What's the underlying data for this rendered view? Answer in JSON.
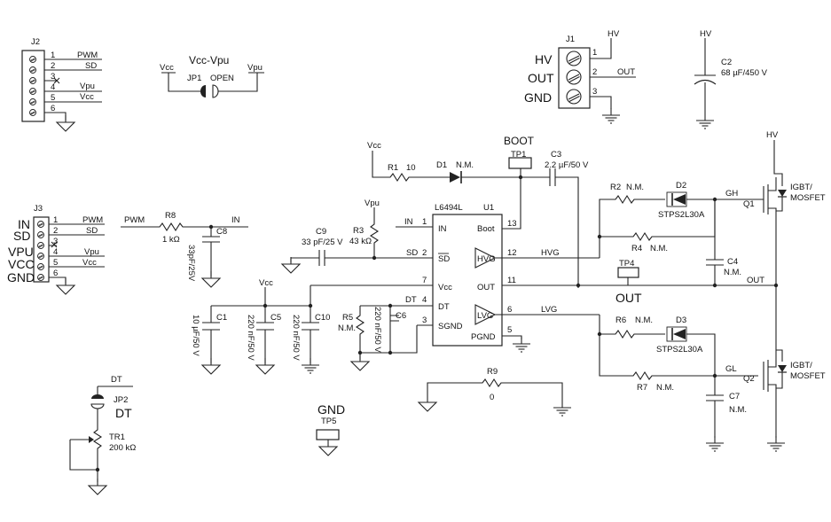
{
  "connectors": {
    "j2": {
      "ref": "J2",
      "pins": [
        "1",
        "2",
        "3",
        "4",
        "5",
        "6"
      ],
      "nets": [
        "PWM",
        "SD",
        "Vpu",
        "Vcc"
      ]
    },
    "j3": {
      "ref": "J3",
      "pins": [
        "1",
        "2",
        "3",
        "4",
        "5",
        "6"
      ],
      "nets": [
        "PWM",
        "SD",
        "Vpu",
        "Vcc"
      ],
      "side_labels": [
        "IN",
        "SD",
        "VPU",
        "VCC",
        "GND"
      ]
    },
    "j1": {
      "ref": "J1",
      "labels": [
        "HV",
        "OUT",
        "GND"
      ],
      "pins": [
        "1",
        "2",
        "3"
      ],
      "nets": [
        "HV",
        "OUT"
      ]
    }
  },
  "jumpers": {
    "jp1": {
      "title": "Vcc-Vpu",
      "ref": "JP1",
      "state": "OPEN",
      "left": "Vcc",
      "right": "Vpu"
    },
    "jp2": {
      "ref": "JP2",
      "net": "DT",
      "label": "DT"
    }
  },
  "tr1": {
    "ref": "TR1",
    "value": "200 kΩ"
  },
  "c2": {
    "net": "HV",
    "ref": "C2",
    "value": "68 µF/450 V"
  },
  "power_nets": {
    "vcc": "Vcc",
    "vpu": "Vpu",
    "hv": "HV"
  },
  "boot": {
    "label": "BOOT",
    "tp1": "TP1"
  },
  "r1": {
    "ref": "R1",
    "value": "10"
  },
  "d1": {
    "ref": "D1",
    "value": "N.M."
  },
  "c3": {
    "ref": "C3",
    "value": "2.2 µF/50 V"
  },
  "r8": {
    "ref": "R8",
    "value": "1 kΩ",
    "left_net": "PWM",
    "right_net": "IN"
  },
  "c8": {
    "ref": "C8",
    "value": "33pF/25V"
  },
  "r3": {
    "ref": "R3",
    "value": "43 kΩ"
  },
  "c9": {
    "ref": "C9",
    "value": "33 pF/25 V"
  },
  "ic": {
    "ref": "U1",
    "part": "L6494L",
    "left_pins": [
      {
        "num": "1",
        "name": "IN",
        "net": "IN"
      },
      {
        "num": "2",
        "name": "SD",
        "net": "SD"
      },
      {
        "num": "7",
        "name": "Vcc"
      },
      {
        "num": "4",
        "name": "DT",
        "net": "DT"
      },
      {
        "num": "3",
        "name": "SGND"
      }
    ],
    "right_pins": [
      {
        "num": "13",
        "name": "Boot"
      },
      {
        "num": "12",
        "net": "HVG"
      },
      {
        "num": "11",
        "name": "OUT"
      },
      {
        "num": "6",
        "net": "LVG"
      },
      {
        "num": "5",
        "name": "PGND"
      }
    ],
    "buffers": [
      "HVG",
      "LVG"
    ]
  },
  "caps_left": [
    {
      "ref": "C1",
      "value": "10 µF/50 V"
    },
    {
      "ref": "C5",
      "value": "220 nF/50 V"
    },
    {
      "ref": "C10",
      "value": "220 nF/50 V"
    }
  ],
  "r5": {
    "ref": "R5",
    "value": "N.M."
  },
  "c6": {
    "ref": "C6",
    "value": "220 nF/50 V"
  },
  "high_side": {
    "r2": {
      "ref": "R2",
      "value": "N.M."
    },
    "d2": {
      "ref": "D2",
      "part": "STPS2L30A"
    },
    "r4": {
      "ref": "R4",
      "value": "N.M."
    },
    "c4": {
      "ref": "C4",
      "value": "N.M."
    },
    "gate_net": "GH",
    "q1": {
      "ref": "Q1",
      "part": [
        "IGBT/",
        "MOSFET"
      ]
    },
    "hv": "HV"
  },
  "tp4": {
    "ref": "TP4",
    "label": "OUT",
    "net": "OUT"
  },
  "low_side": {
    "r6": {
      "ref": "R6",
      "value": "N.M."
    },
    "d3": {
      "ref": "D3",
      "part": "STPS2L30A"
    },
    "r7": {
      "ref": "R7",
      "value": "N.M."
    },
    "c7": {
      "ref": "C7",
      "value": "N.M."
    },
    "gate_net": "GL",
    "q2": {
      "ref": "Q2",
      "part": [
        "IGBT/",
        "MOSFET"
      ]
    }
  },
  "r9": {
    "ref": "R9",
    "value": "0"
  },
  "gnd_tp": {
    "label": "GND",
    "ref": "TP5"
  }
}
